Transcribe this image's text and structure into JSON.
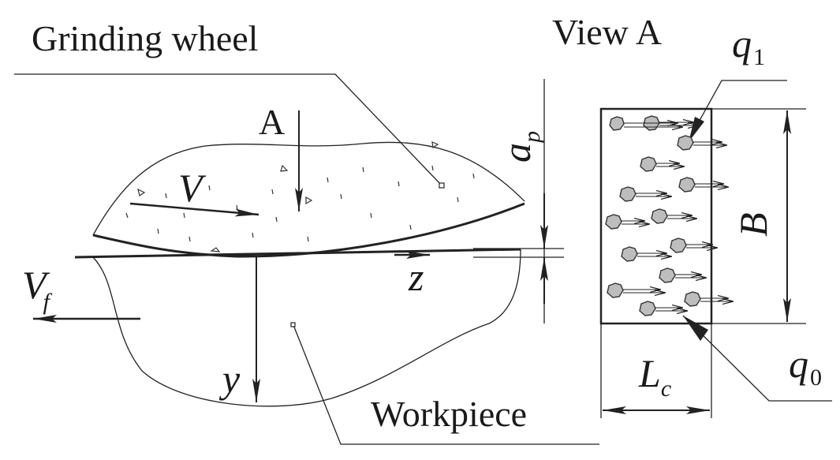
{
  "labels": {
    "grinding_wheel": "Grinding wheel",
    "view_a": "View A",
    "workpiece": "Workpiece",
    "section_a": "A",
    "V_main": "V",
    "V_f_main": "V",
    "V_f_sub": "f",
    "a_main": "a",
    "a_sub": "p",
    "z": "z",
    "y": "y",
    "B": "B",
    "L_main": "L",
    "L_sub": "c",
    "q1_main": "q",
    "q1_sub": "1",
    "q0_main": "q",
    "q0_sub": "0"
  },
  "colors": {
    "line": "#222222",
    "grain_fill": "#bdbdbd"
  }
}
